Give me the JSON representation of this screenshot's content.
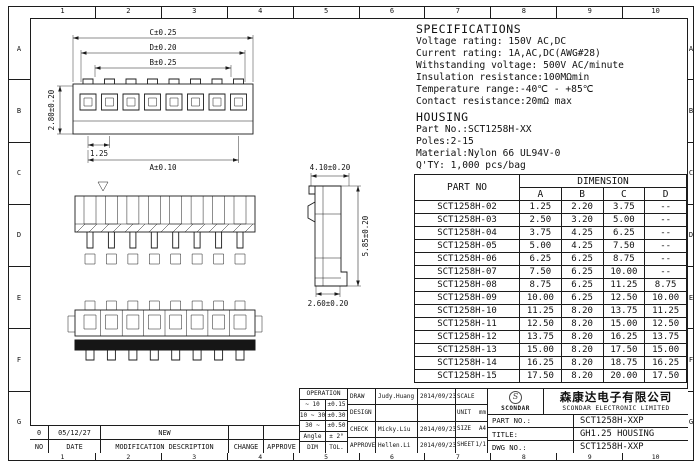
{
  "sheet": {
    "columns": [
      "1",
      "2",
      "3",
      "4",
      "5",
      "6",
      "7",
      "8",
      "9",
      "10"
    ],
    "rows": [
      "A",
      "B",
      "C",
      "D",
      "E",
      "F",
      "G"
    ]
  },
  "specifications": {
    "title": "SPECIFICATIONS",
    "lines": [
      "Voltage rating: 150V AC,DC",
      "Current rating: 1A,AC,DC(AWG#28)",
      "Withstanding voltage: 500V AC/minute",
      "Insulation resistance:100MΩmin",
      "Temperature range:-40℃ - +85℃",
      "Contact resistance:20mΩ max"
    ]
  },
  "housing": {
    "title": "HOUSING",
    "lines": [
      "Part No.:SCT1258H-XX",
      "Poles:2-15",
      "Material:Nylon 66 UL94V-0",
      "Q'TY:  1,000 pcs/bag"
    ]
  },
  "dimension_table": {
    "part_header": "PART NO",
    "dim_header": "DIMENSION",
    "dim_cols": [
      "A",
      "B",
      "C",
      "D"
    ],
    "rows": [
      {
        "part": "SCT1258H-02",
        "a": "1.25",
        "b": "2.20",
        "c": "3.75",
        "d": "--"
      },
      {
        "part": "SCT1258H-03",
        "a": "2.50",
        "b": "3.20",
        "c": "5.00",
        "d": "--"
      },
      {
        "part": "SCT1258H-04",
        "a": "3.75",
        "b": "4.25",
        "c": "6.25",
        "d": "--"
      },
      {
        "part": "SCT1258H-05",
        "a": "5.00",
        "b": "4.25",
        "c": "7.50",
        "d": "--"
      },
      {
        "part": "SCT1258H-06",
        "a": "6.25",
        "b": "6.25",
        "c": "8.75",
        "d": "--"
      },
      {
        "part": "SCT1258H-07",
        "a": "7.50",
        "b": "6.25",
        "c": "10.00",
        "d": "--"
      },
      {
        "part": "SCT1258H-08",
        "a": "8.75",
        "b": "6.25",
        "c": "11.25",
        "d": "8.75"
      },
      {
        "part": "SCT1258H-09",
        "a": "10.00",
        "b": "6.25",
        "c": "12.50",
        "d": "10.00"
      },
      {
        "part": "SCT1258H-10",
        "a": "11.25",
        "b": "8.20",
        "c": "13.75",
        "d": "11.25"
      },
      {
        "part": "SCT1258H-11",
        "a": "12.50",
        "b": "8.20",
        "c": "15.00",
        "d": "12.50"
      },
      {
        "part": "SCT1258H-12",
        "a": "13.75",
        "b": "8.20",
        "c": "16.25",
        "d": "13.75"
      },
      {
        "part": "SCT1258H-13",
        "a": "15.00",
        "b": "8.20",
        "c": "17.50",
        "d": "15.00"
      },
      {
        "part": "SCT1258H-14",
        "a": "16.25",
        "b": "8.20",
        "c": "18.75",
        "d": "16.25"
      },
      {
        "part": "SCT1258H-15",
        "a": "17.50",
        "b": "8.20",
        "c": "20.00",
        "d": "17.50"
      }
    ]
  },
  "drawings": {
    "front": {
      "c": "C±0.25",
      "d": "D±0.20",
      "b": "B±0.25",
      "height": "2.80±0.20",
      "pitch": "1.25",
      "a": "A±0.10"
    },
    "side": {
      "width": "4.10±0.20",
      "height": "5.85±0.20",
      "bottom": "2.60±0.20"
    }
  },
  "revision": {
    "entry_row": [
      "0",
      "05/12/27",
      "NEW",
      "",
      ""
    ],
    "header_row": [
      "NO",
      "DATE",
      "MODIFICATION  DESCRIPTION",
      "CHANGE",
      "APPROVE"
    ]
  },
  "tolerance": {
    "title": "OPERATION",
    "rows": [
      [
        "~ 10",
        "±0.15"
      ],
      [
        "10 ~ 30",
        "±0.30"
      ],
      [
        "30 ~",
        "±0.50"
      ],
      [
        "Angle",
        "± 2°"
      ]
    ],
    "footer": [
      "DIM",
      "TOL."
    ]
  },
  "signoff": {
    "rows": [
      {
        "role": "DRAW",
        "name": "Judy.Huang",
        "date": "2014/09/23"
      },
      {
        "role": "DESIGN",
        "name": "",
        "date": ""
      },
      {
        "role": "CHECK",
        "name": "Micky.Liu",
        "date": "2014/09/23"
      },
      {
        "role": "APPROVE",
        "name": "Hellen.Li",
        "date": "2014/09/23"
      }
    ]
  },
  "meta": {
    "rows": [
      {
        "label": "SCALE",
        "value": ""
      },
      {
        "label": "UNIT",
        "value": "mm"
      },
      {
        "label": "SIZE",
        "value": "A4"
      },
      {
        "label": "SHEET",
        "value": "1/1"
      }
    ]
  },
  "company": {
    "logo_letter": "S",
    "logo_text": "SCONDAR",
    "name_cn": "森康达电子有限公司",
    "name_en": "SCONDAR ELECTRONIC LIMITED",
    "part_no_label": "PART NO.:",
    "part_no": "SCT1258H-XXP",
    "title_label": "TITLE:",
    "title": "GH1.25 HOUSING",
    "dwg_no_label": "DWG NO.:",
    "dwg_no": "SCT1258H-XXP"
  }
}
